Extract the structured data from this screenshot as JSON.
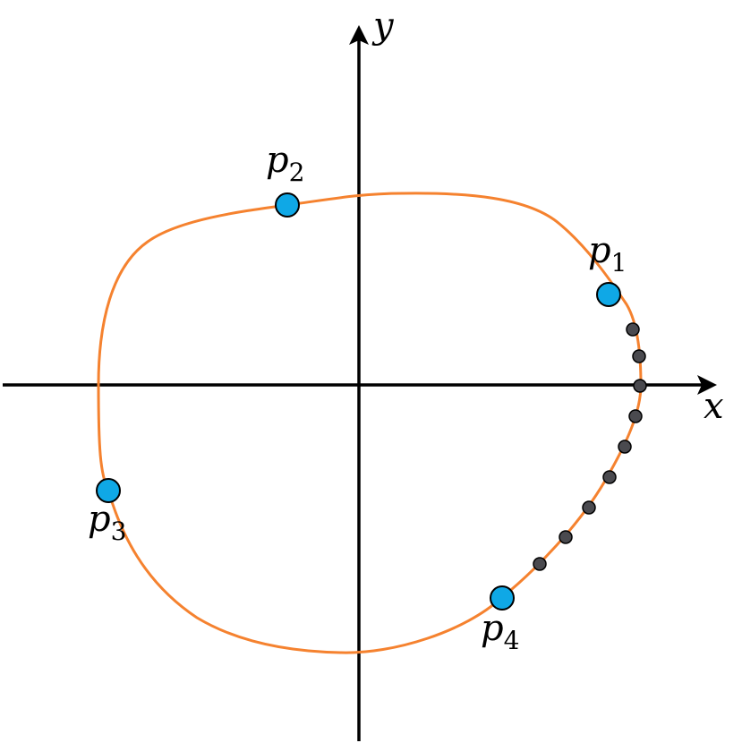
{
  "axes": {
    "x_label": "x",
    "y_label": "y"
  },
  "points": [
    {
      "name": "p",
      "sub": "1"
    },
    {
      "name": "p",
      "sub": "2"
    },
    {
      "name": "p",
      "sub": "3"
    },
    {
      "name": "p",
      "sub": "4"
    }
  ],
  "colors": {
    "curve": "#f5822f",
    "point_fill": "#0fa8e6",
    "point_stroke": "#000000",
    "sample_fill": "#4a4a4f",
    "axis": "#000000"
  },
  "icons": {
    "key_point": "filled-circle",
    "sample_point": "small-dark-circle"
  }
}
